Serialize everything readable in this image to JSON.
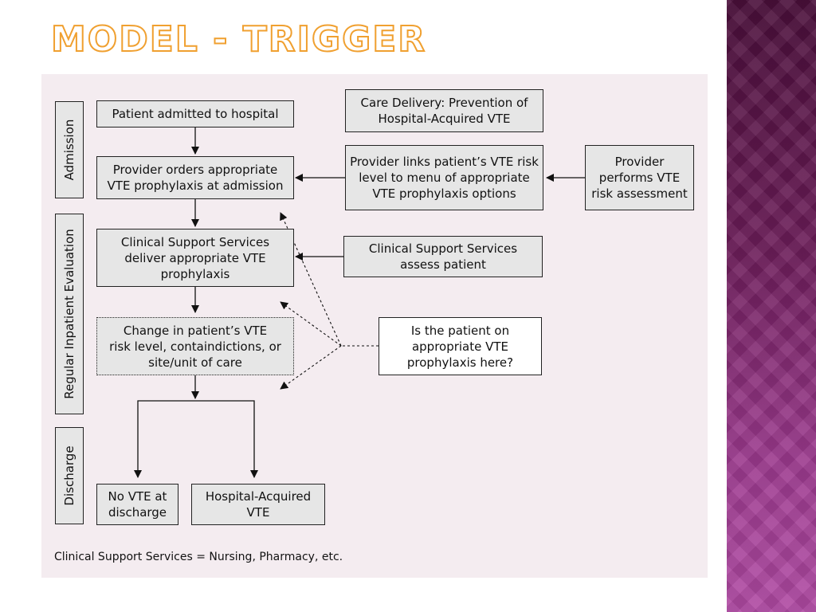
{
  "slide": {
    "title": "Model - Trigger"
  },
  "lanes": {
    "admission": "Admission",
    "evaluation": "Regular Inpatient Evaluation",
    "discharge": "Discharge"
  },
  "boxes": {
    "admitted": "Patient admitted to hospital",
    "orders": "Provider orders appropriate\nVTE prophylaxis at admission",
    "deliver": "Clinical Support Services\ndeliver appropriate VTE\nprophylaxis",
    "change": "Change in patient’s VTE\nrisk level, containdictions, or\nsite/unit of care",
    "no_vte": "No VTE at\ndischarge",
    "hospital_vte": "Hospital-Acquired\nVTE",
    "care_delivery": "Care Delivery: Prevention of\nHospital-Acquired VTE",
    "links": "Provider links patient’s VTE risk\nlevel to menu of appropriate\nVTE prophylaxis options",
    "risk_assessment": "Provider\nperforms VTE\nrisk assessment",
    "assess": "Clinical Support Services\nassess patient",
    "question": "Is the patient on\nappropriate VTE\nprophylaxis here?"
  },
  "footnote": "Clinical Support Services = Nursing, Pharmacy, etc."
}
